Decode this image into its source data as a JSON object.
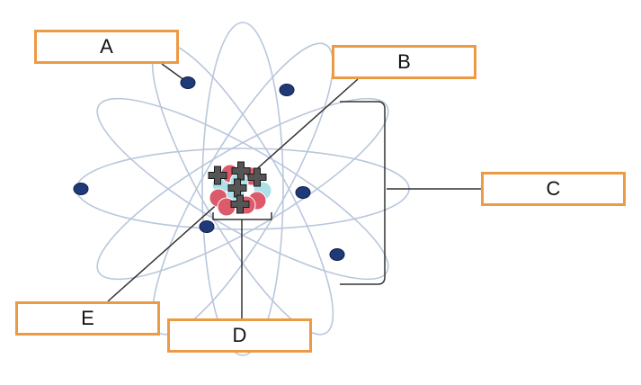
{
  "labels": {
    "a": "A",
    "b": "B",
    "c": "C",
    "d": "D",
    "e": "E"
  },
  "colors": {
    "box_border": "#ed9a45",
    "orbit": "#b9c7dc",
    "electron": "#1f3a78",
    "proton": "#dc5a6a",
    "neutron": "#aee0ea",
    "plus_sign": "#555555",
    "leader_line": "#333333"
  },
  "icons": {
    "proton_symbol": "plus-sign-icon"
  }
}
